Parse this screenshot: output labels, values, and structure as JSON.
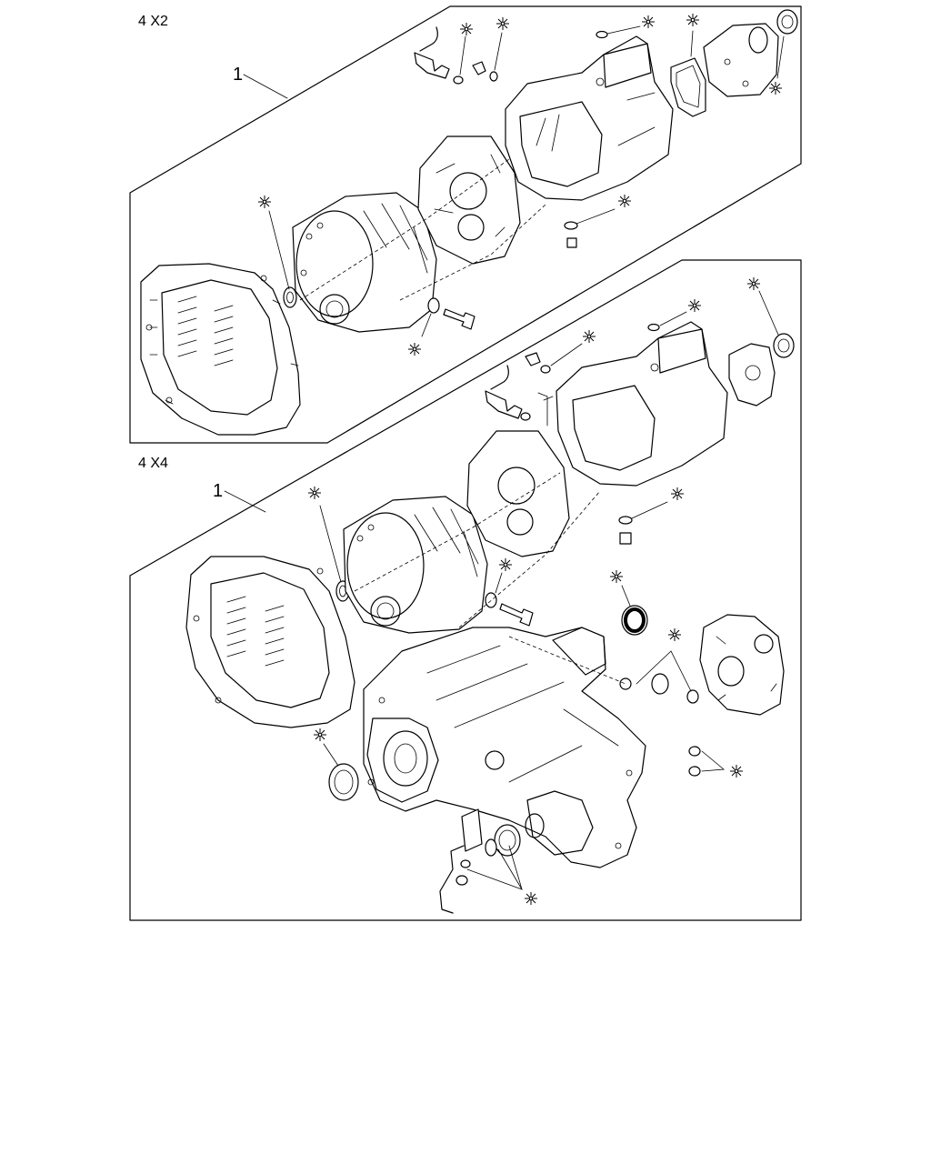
{
  "sections": [
    {
      "title": "4 X2",
      "callout": "1"
    },
    {
      "title": "4 X4",
      "callout": "1"
    }
  ],
  "marker_symbol": "✻"
}
